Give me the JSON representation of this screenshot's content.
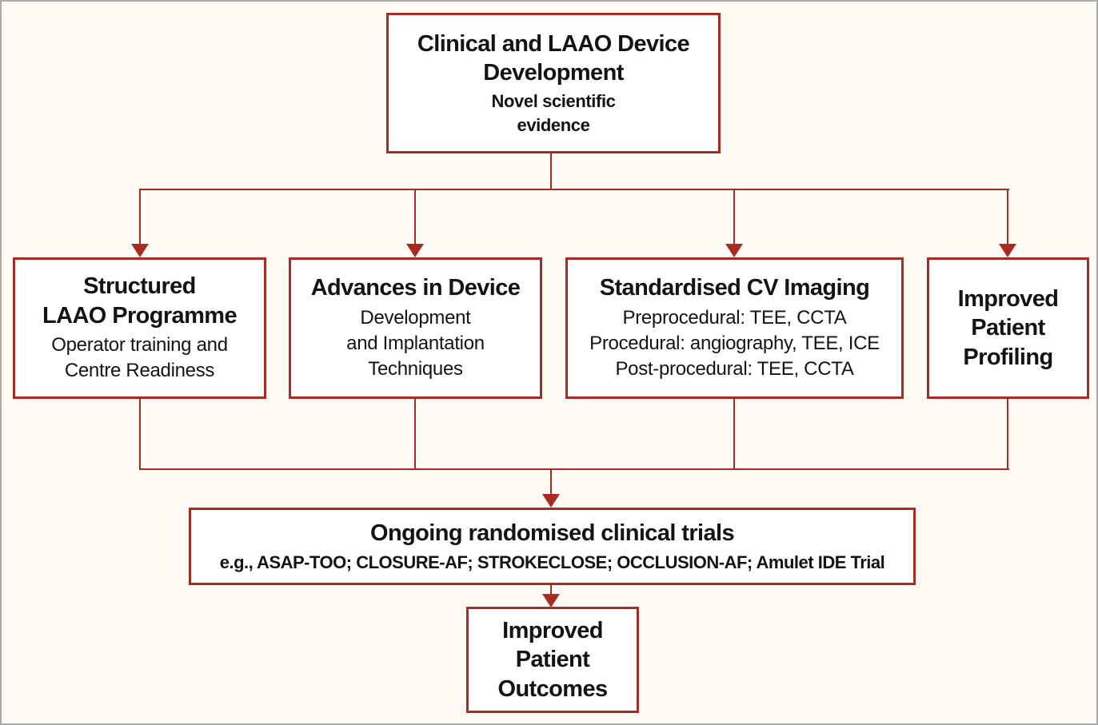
{
  "diagram": {
    "top_box": {
      "title": "Clinical and LAAO Device\nDevelopment",
      "subtitle": "Novel scientific\nevidence"
    },
    "branches": [
      {
        "title": "Structured\nLAAO Programme",
        "subtitle": "Operator training and\nCentre Readiness"
      },
      {
        "title": "Advances in Device",
        "subtitle": "Development\nand Implantation\nTechniques"
      },
      {
        "title": "Standardised CV Imaging",
        "subtitle": "Preprocedural: TEE, CCTA\nProcedural: angiography, TEE, ICE\nPost-procedural: TEE, CCTA"
      },
      {
        "title": "Improved\nPatient\nProfiling"
      }
    ],
    "trials_box": {
      "title": "Ongoing randomised clinical trials",
      "subtitle": "e.g., ASAP-TOO; CLOSURE-AF; STROKECLOSE; OCCLUSION-AF; Amulet IDE Trial"
    },
    "outcomes_box": {
      "title": "Improved\nPatient\nOutcomes"
    },
    "colors": {
      "accent_red": "#A92B23",
      "background_cream": "#FDFBF3",
      "box_fill": "#FFFFFF",
      "text": "#141414",
      "outer_frame_gray": "#ABABAB"
    }
  }
}
